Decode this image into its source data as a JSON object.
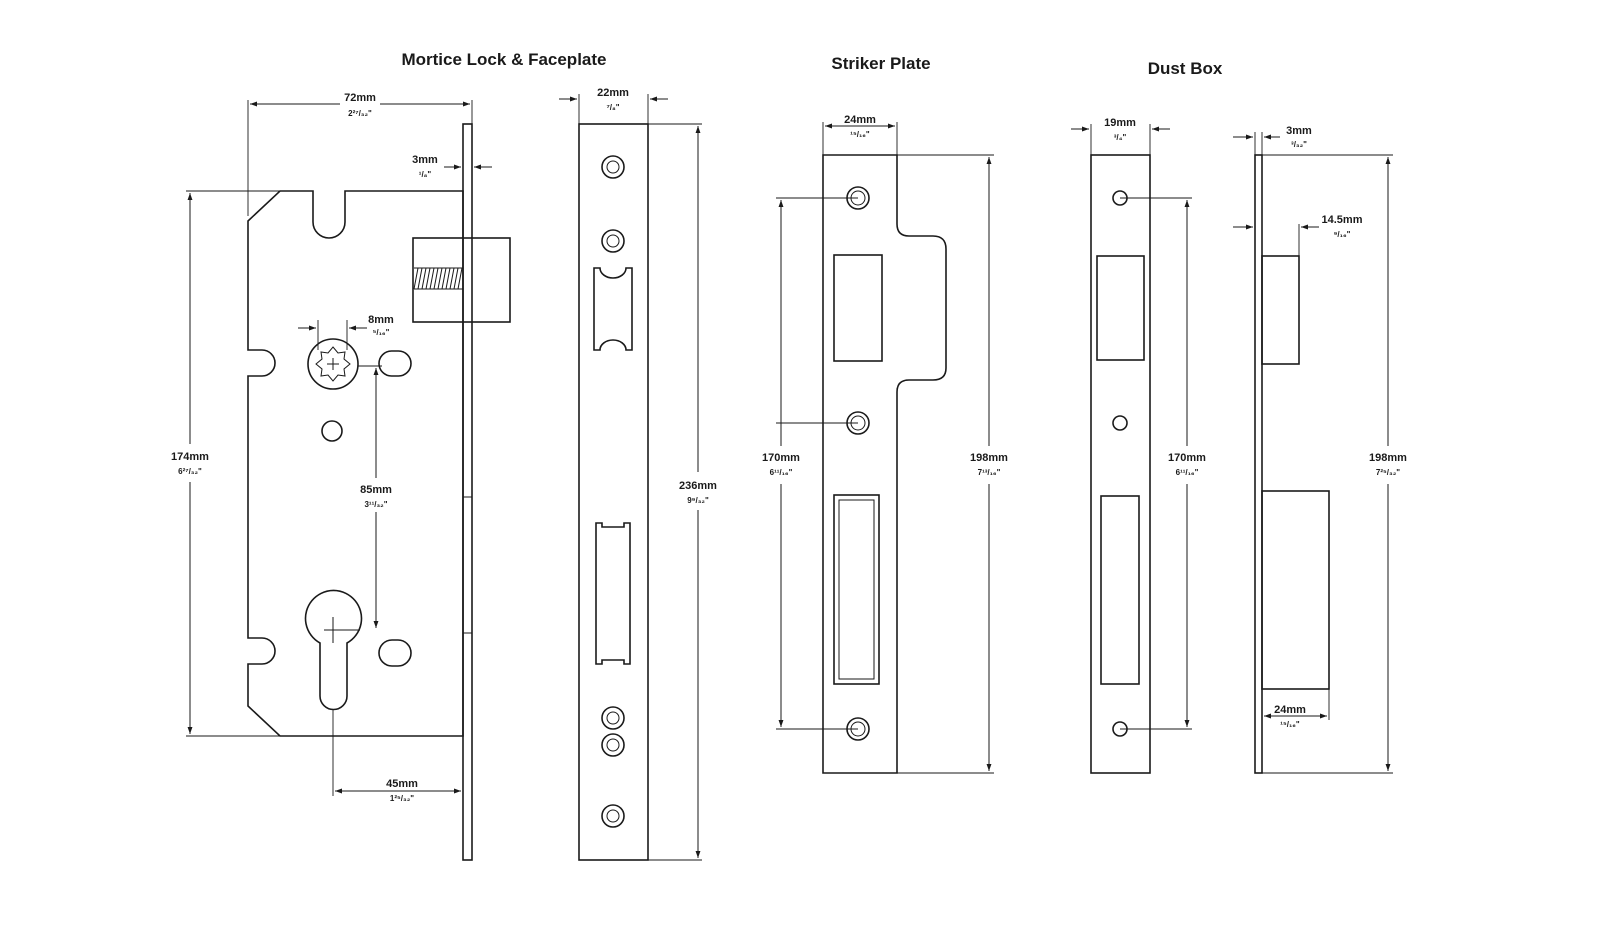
{
  "titles": {
    "mortice": "Mortice Lock & Faceplate",
    "striker": "Striker Plate",
    "dustbox": "Dust Box"
  },
  "dims": {
    "lock_width": {
      "mm": "72mm",
      "in": "2²⁷/₃₂\""
    },
    "face_thick": {
      "mm": "3mm",
      "in": "¹/₈\""
    },
    "spindle": {
      "mm": "8mm",
      "in": "⁵/₁₆\""
    },
    "lock_height": {
      "mm": "174mm",
      "in": "6²⁷/₃₂\""
    },
    "centres": {
      "mm": "85mm",
      "in": "3¹¹/₃₂\""
    },
    "backset": {
      "mm": "45mm",
      "in": "1²⁵/₃₂\""
    },
    "face_width": {
      "mm": "22mm",
      "in": "⁷/₈\""
    },
    "face_length": {
      "mm": "236mm",
      "in": "9⁹/₃₂\""
    },
    "striker_width": {
      "mm": "24mm",
      "in": "¹⁵/₁₆\""
    },
    "striker_holes": {
      "mm": "170mm",
      "in": "6¹¹/₁₆\""
    },
    "striker_length": {
      "mm": "198mm",
      "in": "7¹³/₁₆\""
    },
    "dust_width": {
      "mm": "19mm",
      "in": "³/₄\""
    },
    "dust_holes": {
      "mm": "170mm",
      "in": "6¹¹/₁₆\""
    },
    "dust_thick": {
      "mm": "3mm",
      "in": "³/₃₂\""
    },
    "dust_box_depth": {
      "mm": "14.5mm",
      "in": "⁹/₁₆\""
    },
    "dust_box_width": {
      "mm": "24mm",
      "in": "¹⁵/₁₆\""
    },
    "dust_length": {
      "mm": "198mm",
      "in": "7²⁵/₃₂\""
    }
  }
}
